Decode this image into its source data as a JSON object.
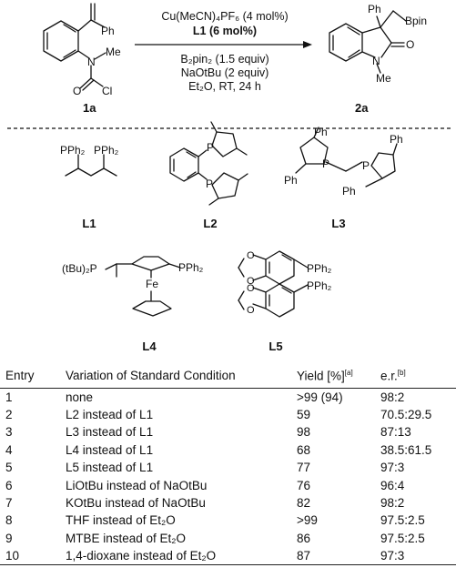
{
  "scheme": {
    "reagents": {
      "catalyst": "Cu(MeCN)₄PF₆ (4 mol%)",
      "ligand": "L1 (6 mol%)",
      "boron": "B₂pin₂ (1.5 equiv)",
      "base": "NaOtBu (2 equiv)",
      "solvent_conditions": "Et₂O, RT, 24 h"
    },
    "substrate": {
      "label": "1a",
      "atoms": {
        "ph": "Ph",
        "n": "N",
        "me": "Me",
        "o": "O",
        "cl": "Cl"
      }
    },
    "product": {
      "label": "2a",
      "atoms": {
        "ph": "Ph",
        "bpin": "Bpin",
        "o": "O",
        "n": "N",
        "me": "Me"
      }
    },
    "ligands": [
      {
        "label": "L1",
        "atoms": [
          "PPh₂",
          "PPh₂"
        ]
      },
      {
        "label": "L2",
        "atoms": [
          "P",
          "P"
        ]
      },
      {
        "label": "L3",
        "atoms": [
          "Ph",
          "Ph",
          "P",
          "P",
          "Ph",
          "Ph"
        ]
      },
      {
        "label": "L4",
        "atoms": [
          "(tBu)₂P",
          "Fe",
          "PPh₂"
        ]
      },
      {
        "label": "L5",
        "atoms": [
          "PPh₂",
          "PPh₂",
          "O",
          "O",
          "O",
          "O"
        ]
      }
    ]
  },
  "table": {
    "headers": {
      "entry": "Entry",
      "variation": "Variation of Standard Condition",
      "yield": "Yield [%]",
      "yield_note": "[a]",
      "er": "e.r.",
      "er_note": "[b]"
    },
    "rows": [
      {
        "entry": "1",
        "variation": "none",
        "yield": ">99 (94)",
        "er": "98:2"
      },
      {
        "entry": "2",
        "variation": "L2 instead of L1",
        "yield": "59",
        "er": "70.5:29.5"
      },
      {
        "entry": "3",
        "variation": "L3 instead of L1",
        "yield": "98",
        "er": "87:13"
      },
      {
        "entry": "4",
        "variation": "L4 instead of L1",
        "yield": "68",
        "er": "38.5:61.5"
      },
      {
        "entry": "5",
        "variation": "L5 instead of L1",
        "yield": "77",
        "er": "97:3"
      },
      {
        "entry": "6",
        "variation": "LiOtBu instead of NaOtBu",
        "yield": "76",
        "er": "96:4"
      },
      {
        "entry": "7",
        "variation": "KOtBu instead of NaOtBu",
        "yield": "82",
        "er": "98:2"
      },
      {
        "entry": "8",
        "variation": "THF instead of Et₂O",
        "yield": ">99",
        "er": "97.5:2.5"
      },
      {
        "entry": "9",
        "variation": "MTBE instead of Et₂O",
        "yield": "86",
        "er": "97.5:2.5"
      },
      {
        "entry": "10",
        "variation": "1,4-dioxane instead of Et₂O",
        "yield": "87",
        "er": "97:3"
      }
    ]
  }
}
